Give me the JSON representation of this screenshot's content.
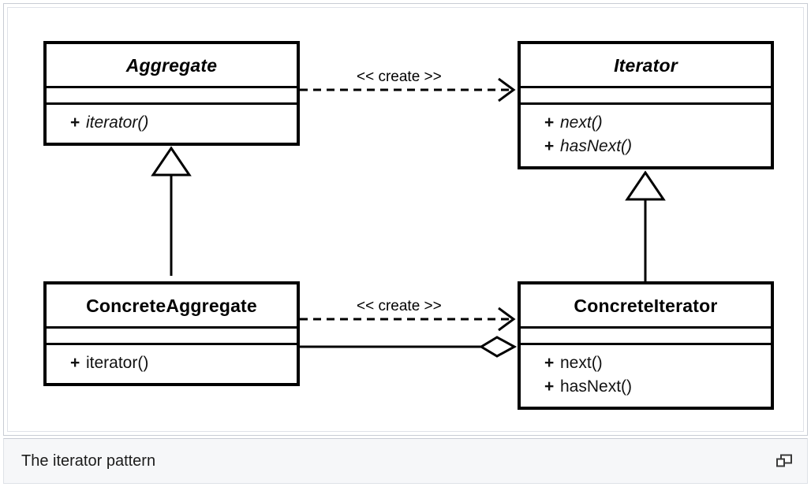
{
  "diagram": {
    "type": "uml-class-diagram",
    "pattern": "Iterator",
    "classes": [
      {
        "id": "aggregate",
        "name": "Aggregate",
        "abstract": true,
        "attributes": [],
        "operations": [
          {
            "visibility": "+",
            "name": "iterator()",
            "abstract": true
          }
        ]
      },
      {
        "id": "iterator",
        "name": "Iterator",
        "abstract": true,
        "attributes": [],
        "operations": [
          {
            "visibility": "+",
            "name": "next()",
            "abstract": true
          },
          {
            "visibility": "+",
            "name": "hasNext()",
            "abstract": true
          }
        ]
      },
      {
        "id": "concrete-aggregate",
        "name": "ConcreteAggregate",
        "abstract": false,
        "attributes": [],
        "operations": [
          {
            "visibility": "+",
            "name": "iterator()",
            "abstract": false
          }
        ]
      },
      {
        "id": "concrete-iterator",
        "name": "ConcreteIterator",
        "abstract": false,
        "attributes": [],
        "operations": [
          {
            "visibility": "+",
            "name": "next()",
            "abstract": false
          },
          {
            "visibility": "+",
            "name": "hasNext()",
            "abstract": false
          }
        ]
      }
    ],
    "relationships": [
      {
        "id": "create-top",
        "kind": "dependency",
        "style": "dashed",
        "arrowhead": "open",
        "from": "aggregate",
        "to": "iterator",
        "label": "<< create >>"
      },
      {
        "id": "create-bottom",
        "kind": "dependency",
        "style": "dashed",
        "arrowhead": "open",
        "from": "concrete-aggregate",
        "to": "concrete-iterator",
        "label": "<< create >>"
      },
      {
        "id": "aggregation",
        "kind": "aggregation",
        "style": "solid",
        "arrowhead": "hollow-diamond",
        "from": "concrete-aggregate",
        "to": "concrete-iterator",
        "label": ""
      },
      {
        "id": "generalization-left",
        "kind": "generalization",
        "style": "solid",
        "arrowhead": "hollow-triangle",
        "from": "concrete-aggregate",
        "to": "aggregate",
        "label": ""
      },
      {
        "id": "generalization-right",
        "kind": "generalization",
        "style": "solid",
        "arrowhead": "hollow-triangle",
        "from": "concrete-iterator",
        "to": "iterator",
        "label": ""
      }
    ]
  },
  "caption": {
    "text": "The iterator pattern",
    "expand_icon": "expand-windows-icon"
  },
  "colors": {
    "stroke": "#000000",
    "background": "#ffffff",
    "caption_background": "#f6f7f9",
    "frame_border": "#c8ccd4",
    "frame_border_inner": "#dfe2e8"
  }
}
